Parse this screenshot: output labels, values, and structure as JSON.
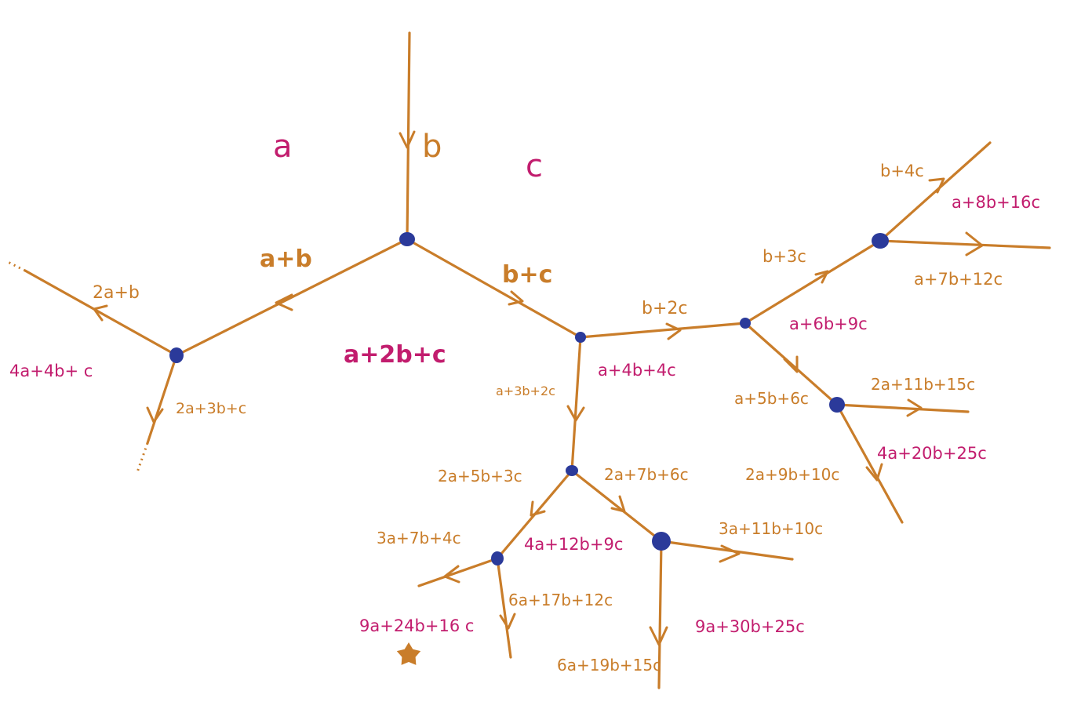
{
  "colors": {
    "edge": "#c97d2a",
    "region": "#c21d6e",
    "node": "#2b3a9a"
  },
  "regions": {
    "a": "a",
    "c": "c",
    "a_2b_c": "a+2b+c",
    "r_4a_4b_c": "4a+4b+ c",
    "r_a_4b_4c": "a+4b+4c",
    "r_a_6b_9c": "a+6b+9c",
    "r_a_8b_16c": "a+8b+16c",
    "r_4a_12b_9c": "4a+12b+9c",
    "r_4a_20b_25c": "4a+20b+25c",
    "r_9a_24b_16c": "9a+24b+16 c",
    "r_9a_30b_25c": "9a+30b+25c"
  },
  "edges": {
    "b": "b",
    "a_b": "a+b",
    "b_c": "b+c",
    "e_2a_b": "2a+b",
    "e_2a_3b_c": "2a+3b+c",
    "e_b_2c": "b+2c",
    "e_b_3c": "b+3c",
    "e_b_4c": "b+4c",
    "e_a_7b_12c": "a+7b+12c",
    "e_a_3b_2c": "a+3b+2c",
    "e_a_5b_6c": "a+5b+6c",
    "e_2a_11b_15c": "2a+11b+15c",
    "e_2a_9b_10c": "2a+9b+10c",
    "e_2a_5b_3c": "2a+5b+3c",
    "e_2a_7b_6c": "2a+7b+6c",
    "e_3a_7b_4c": "3a+7b+4c",
    "e_3a_11b_10c": "3a+11b+10c",
    "e_6a_17b_12c": "6a+17b+12c",
    "e_6a_19b_15c": "6a+19b+15c"
  },
  "icons": {
    "star": "star-icon"
  }
}
